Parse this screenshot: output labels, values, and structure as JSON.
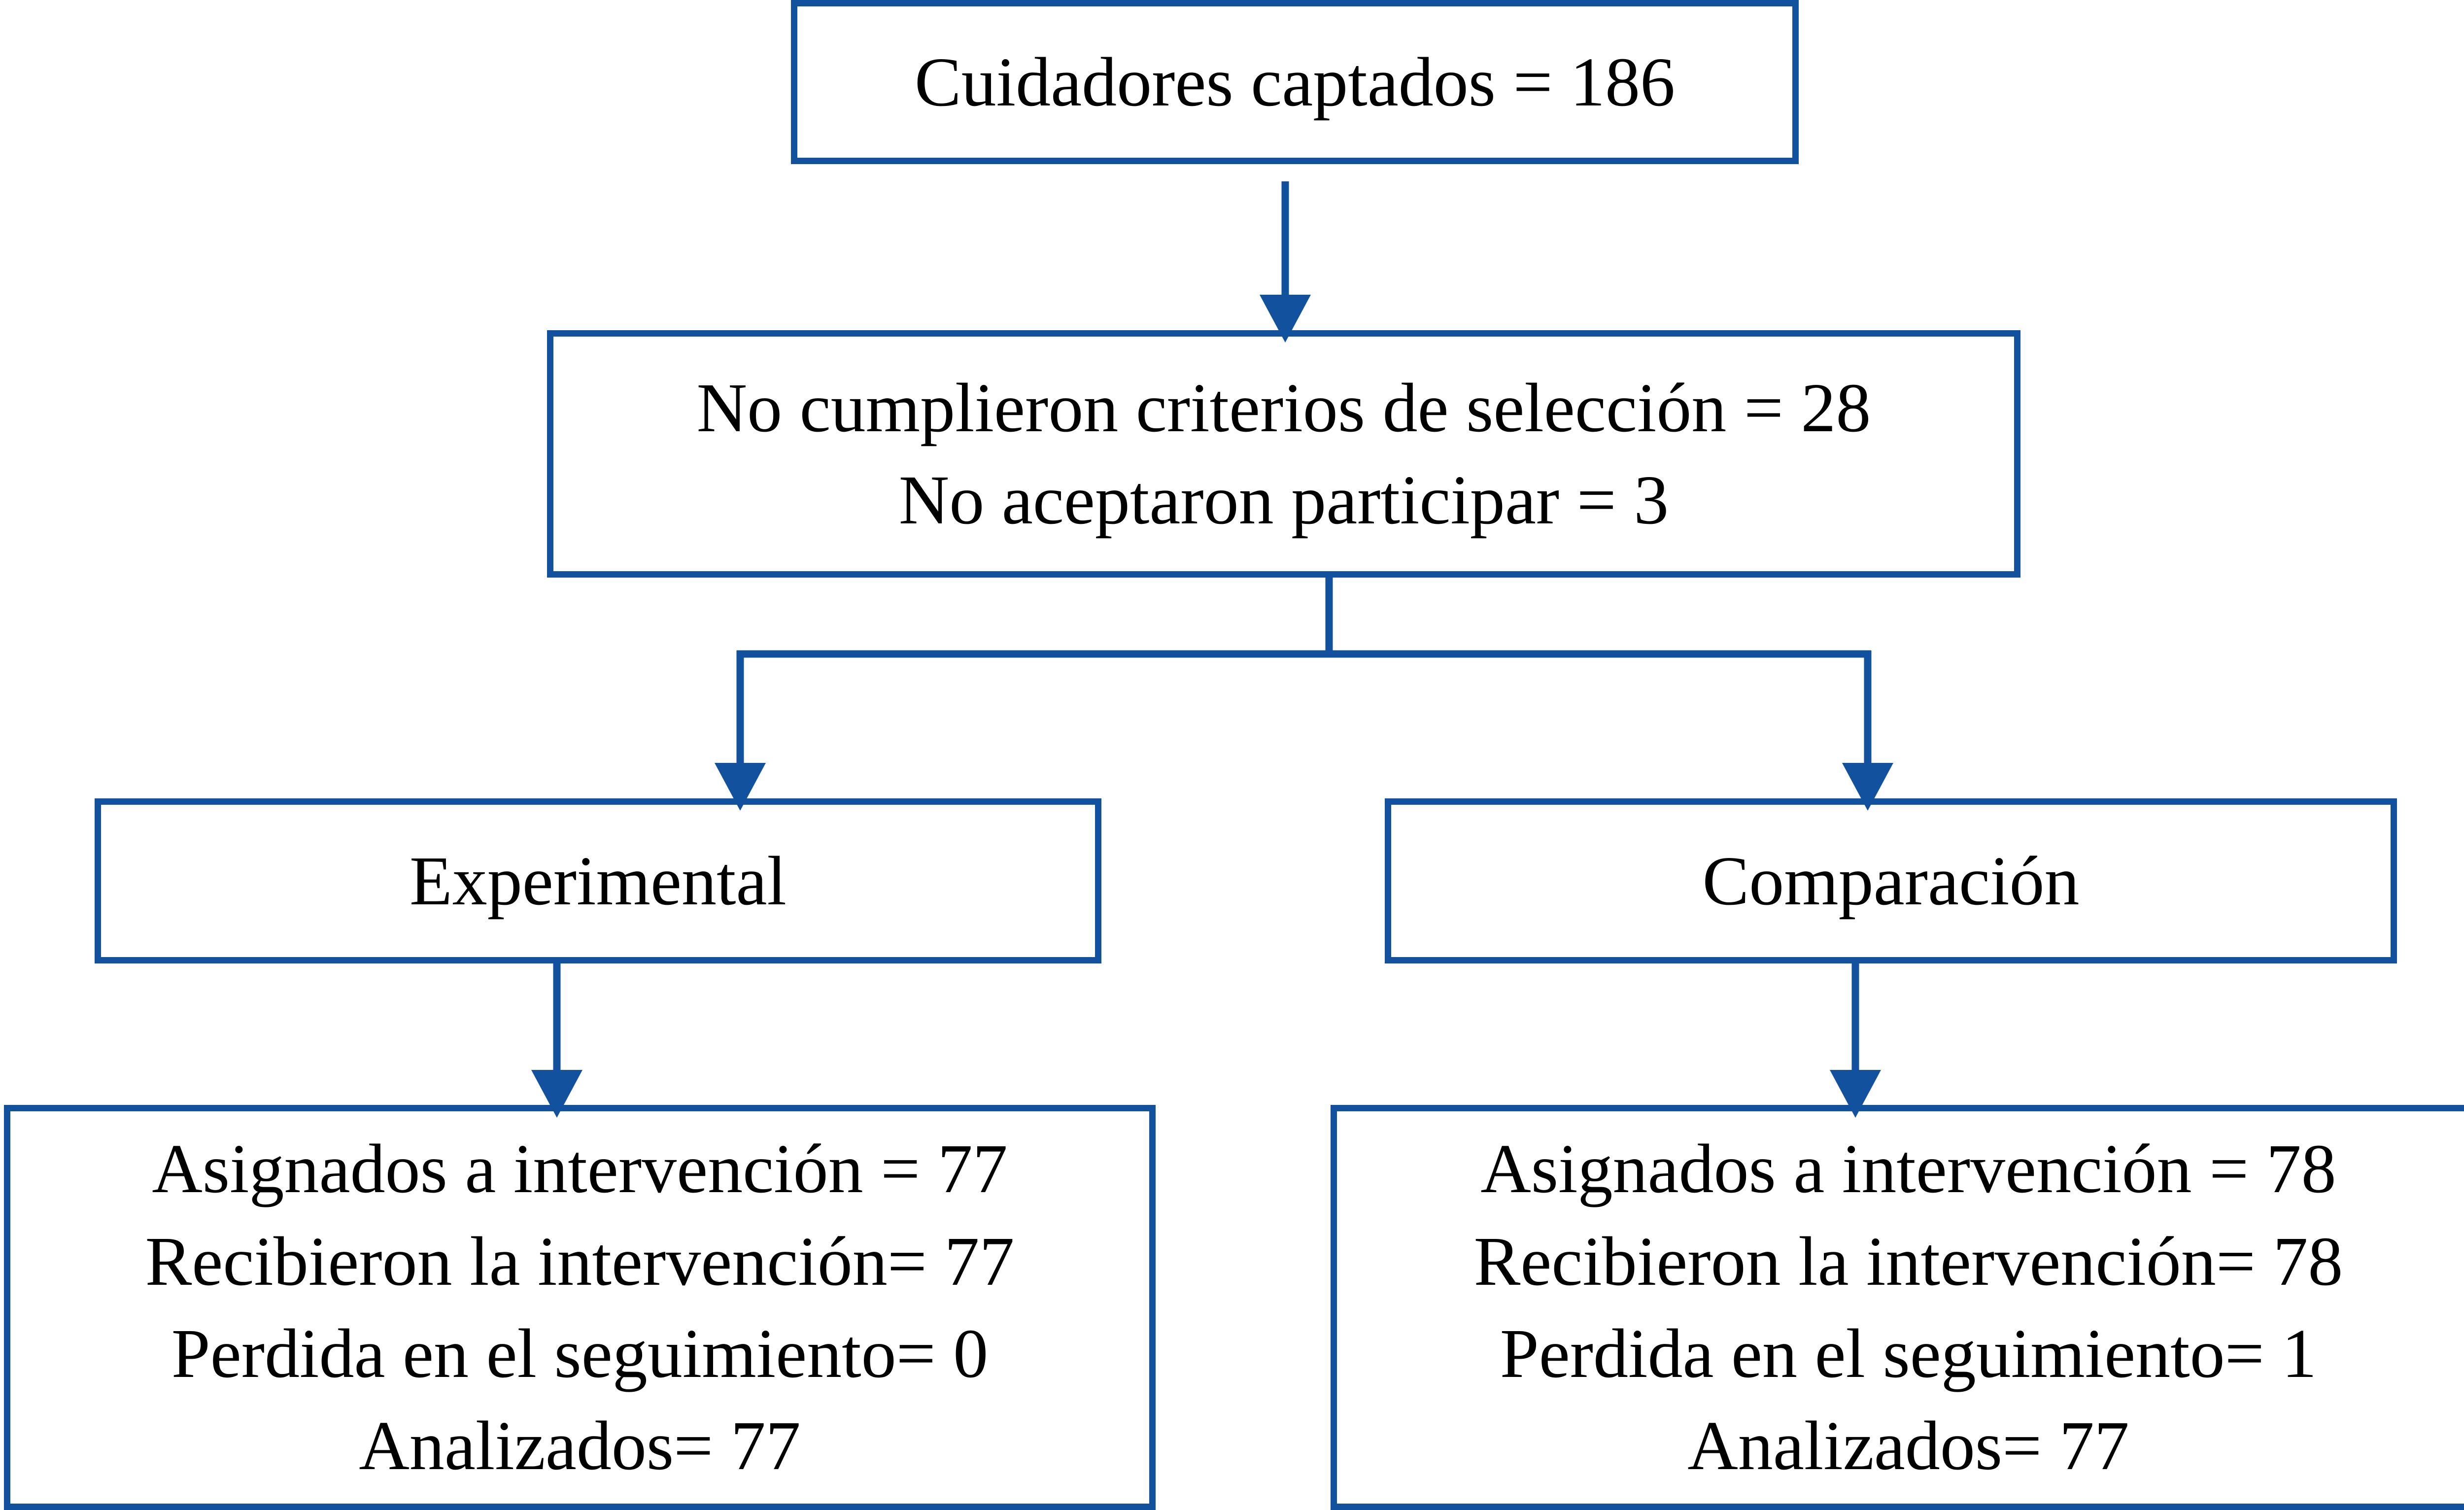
{
  "colors": {
    "accent": "#12519E",
    "text": "#000000",
    "background": "#FFFFFF"
  },
  "diagram": {
    "type": "flowchart",
    "language": "es",
    "boxes": {
      "recruited": {
        "lines": [
          "Cuidadores captados = 186"
        ]
      },
      "not_included": {
        "lines": [
          "No cumplieron criterios de selección = 28",
          "No aceptaron participar = 3"
        ]
      },
      "experimental_group": {
        "lines": [
          "Experimental"
        ]
      },
      "comparison_group": {
        "lines": [
          "Comparación"
        ]
      },
      "experimental_outcomes": {
        "lines": [
          "Asignados a intervención = 77",
          "Recibieron la intervención= 77",
          "Perdida en el seguimiento= 0",
          "Analizados= 77"
        ]
      },
      "comparison_outcomes": {
        "lines": [
          "Asignados a intervención = 78",
          "Recibieron la intervención= 78",
          "Perdida en el seguimiento= 1",
          "Analizados= 77"
        ]
      }
    }
  }
}
